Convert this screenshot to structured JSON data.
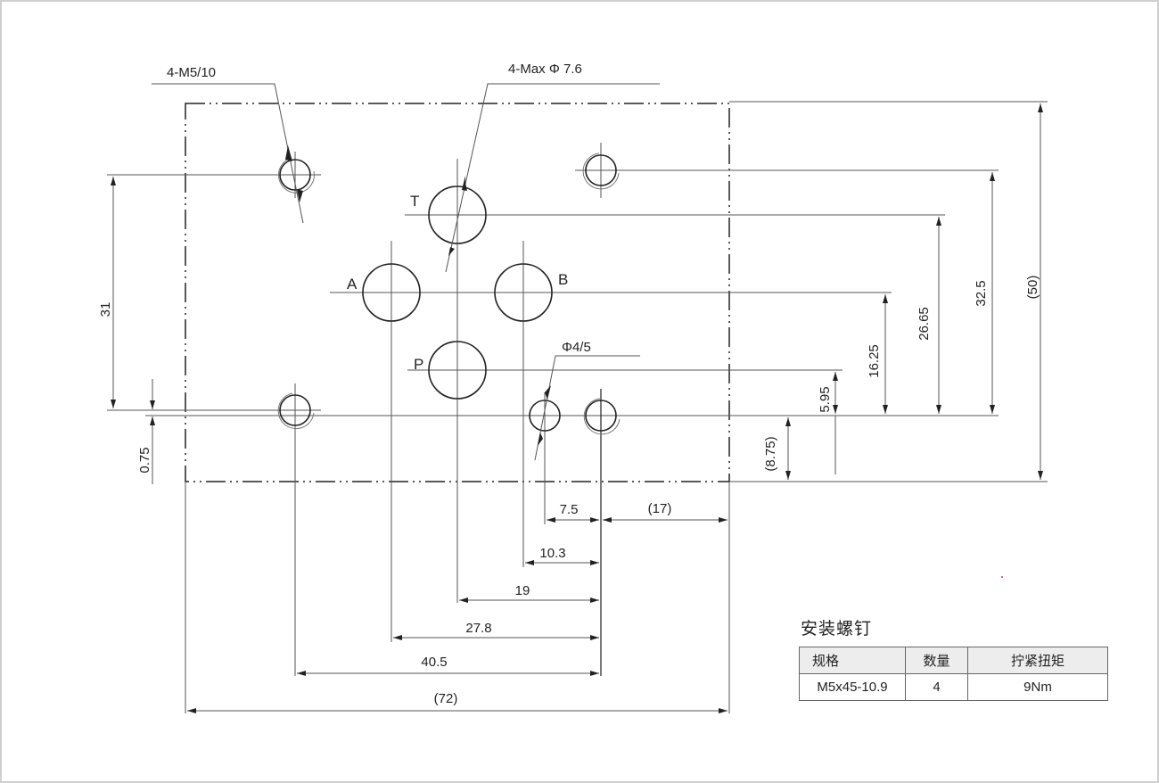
{
  "drawing": {
    "callouts": {
      "thread": "4-M5/10",
      "max_port": "4-Max Φ 7.6",
      "pin_hole": "Φ4/5"
    },
    "ports": {
      "T": "T",
      "A": "A",
      "B": "B",
      "P": "P"
    },
    "dimensions": {
      "left_31": "31",
      "left_075": "0.75",
      "right_50": "(50)",
      "right_325": "32.5",
      "right_2665": "26.65",
      "right_1625": "16.25",
      "right_595": "5.95",
      "right_875": "(8.75)",
      "bottom_75": "7.5",
      "bottom_17": "(17)",
      "bottom_103": "10.3",
      "bottom_19": "19",
      "bottom_278": "27.8",
      "bottom_405": "40.5",
      "bottom_72": "(72)"
    }
  },
  "mounting_screws": {
    "title": "安装螺钉",
    "headers": [
      "规格",
      "数量",
      "拧紧扭矩"
    ],
    "rows": [
      [
        "M5x45-10.9",
        "4",
        "9Nm"
      ]
    ]
  }
}
